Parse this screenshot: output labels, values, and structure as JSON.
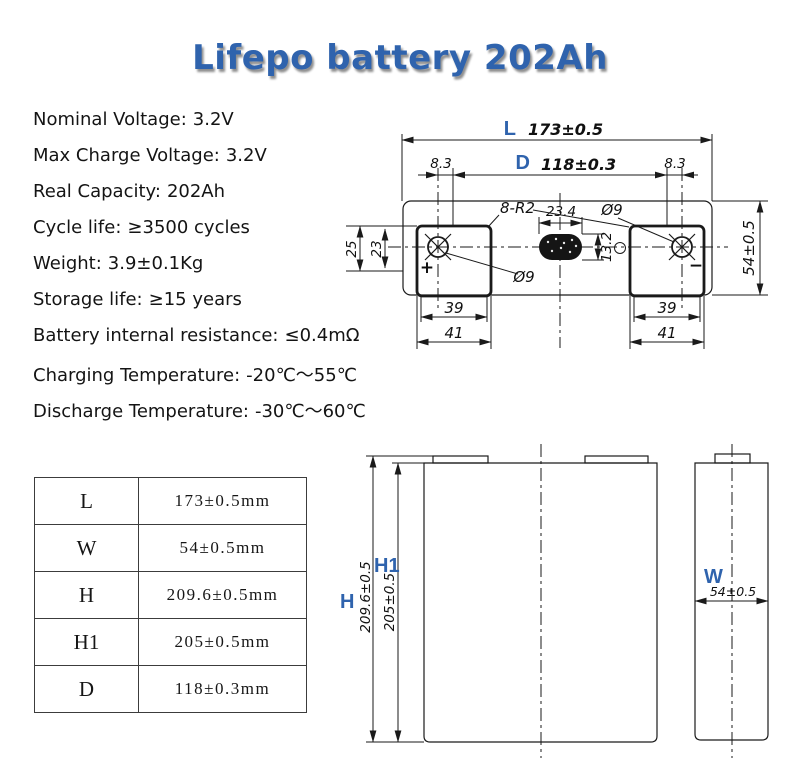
{
  "title": "Lifepo battery 202Ah",
  "specs": [
    {
      "label": "Nominal Voltage:",
      "value": "3.2V"
    },
    {
      "label": "Max Charge Voltage:",
      "value": "3.2V"
    },
    {
      "label": "Real Capacity:",
      "value": "202Ah"
    },
    {
      "label": "Cycle life:",
      "value": "≥3500 cycles"
    },
    {
      "label": "Weight:",
      "value": "3.9±0.1Kg"
    },
    {
      "label": "Storage life:",
      "value": "≥15 years"
    },
    {
      "label": "Battery internal resistance:",
      "value": "≤0.4mΩ"
    },
    {
      "label": "Charging Temperature:",
      "value": "-20℃～55℃"
    },
    {
      "label": "Discharge Temperature:",
      "value": "-30℃～60℃"
    }
  ],
  "dimensions_table": {
    "rows": [
      {
        "param": "L",
        "value": "173±0.5mm"
      },
      {
        "param": "W",
        "value": "54±0.5mm"
      },
      {
        "param": "H",
        "value": "209.6±0.5mm"
      },
      {
        "param": "H1",
        "value": "205±0.5mm"
      },
      {
        "param": "D",
        "value": "118±0.3mm"
      }
    ]
  },
  "top_view": {
    "length_letter": "L",
    "length_value": "173±0.5",
    "pitch_letter": "D",
    "pitch_value": "118±0.3",
    "offset_left": "8.3",
    "offset_right": "8.3",
    "corner_radius": "8-R2",
    "vent_width": "23.4",
    "vent_height": "13.2",
    "terminal_dia_top": "Ø9",
    "terminal_dia_bottom": "Ø9",
    "width_value": "54±0.5",
    "edge_outer": "25",
    "edge_inner": "23",
    "pad_inner_left": "39",
    "pad_outer_left": "41",
    "pad_inner_right": "39",
    "pad_outer_right": "41",
    "polarity_positive": "+",
    "polarity_negative": "−"
  },
  "front_view": {
    "height_letter": "H",
    "height_value": "209.6±0.5",
    "height1_letter": "H1",
    "height1_value": "205±0.5"
  },
  "side_view": {
    "width_letter": "W",
    "width_value": "54±0.5"
  },
  "colors": {
    "accent_blue": "#2f63ad",
    "line": "#1a1a1a"
  }
}
